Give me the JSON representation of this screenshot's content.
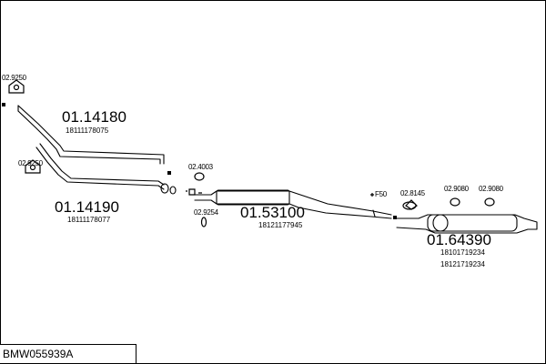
{
  "diagram": {
    "reference": "BMW055939A",
    "parts": [
      {
        "part_no": "01.14180",
        "oem": [
          "18111178075"
        ]
      },
      {
        "part_no": "01.14190",
        "oem": [
          "18111178077"
        ]
      },
      {
        "part_no": "01.53100",
        "oem": [
          "18121177945"
        ]
      },
      {
        "part_no": "01.64390",
        "oem": [
          "18101719234",
          "18121719234"
        ]
      }
    ],
    "accessories": [
      "02.9250",
      "02.9250",
      "02.4003",
      "02.9254",
      "F50",
      "02.8145",
      "02.9080",
      "02.9080"
    ]
  }
}
